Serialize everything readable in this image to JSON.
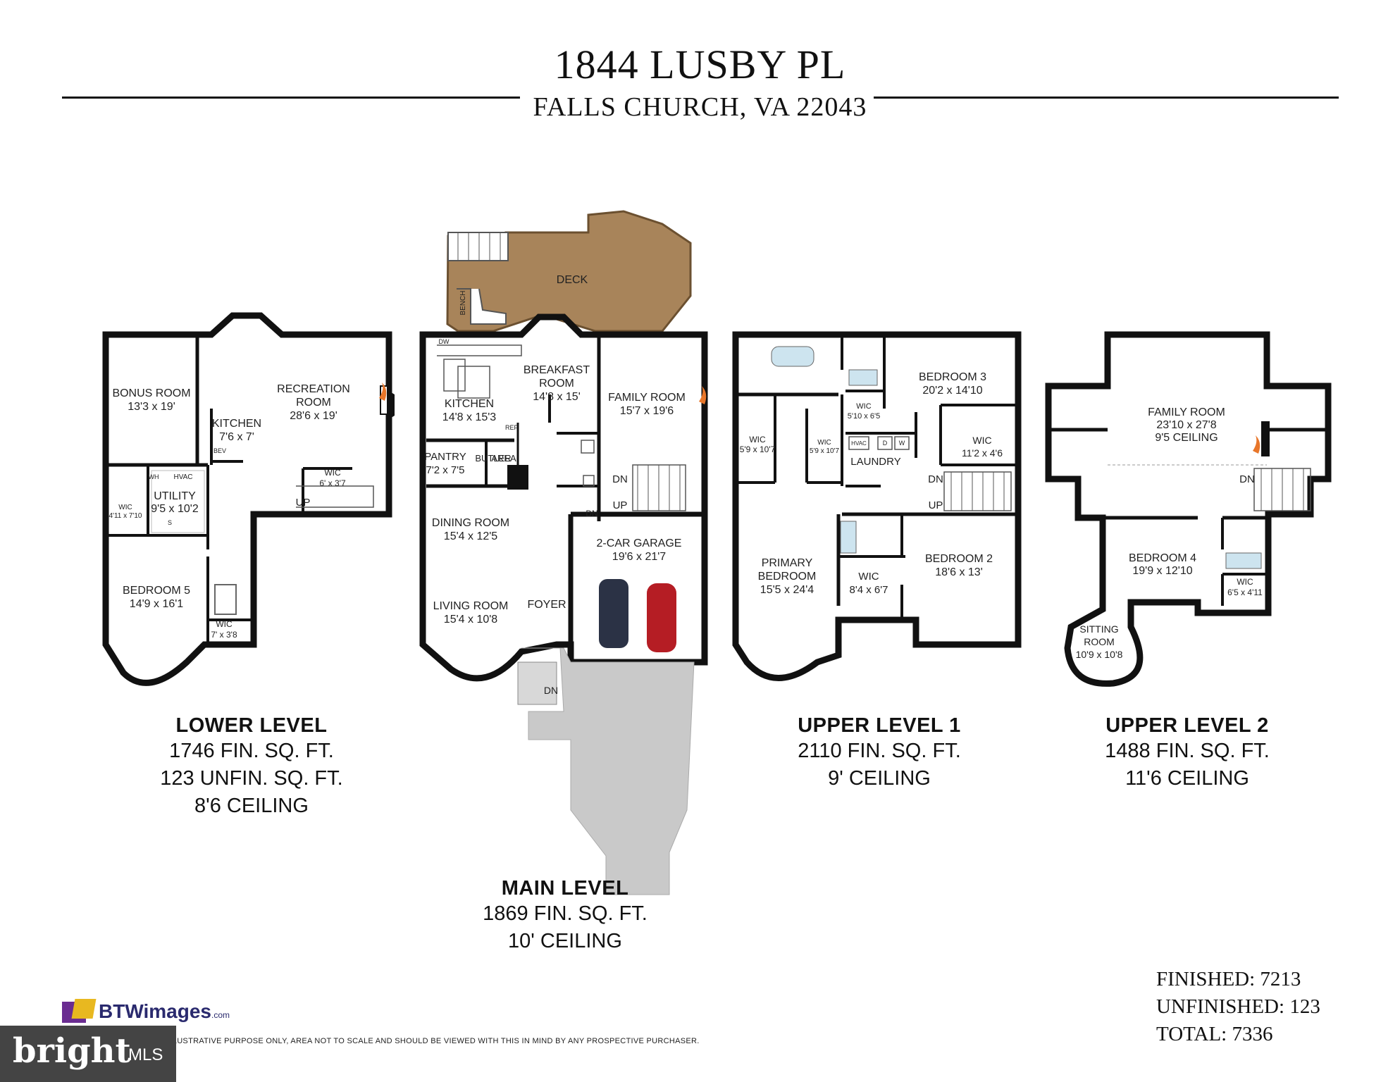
{
  "header": {
    "address": "1844 LUSBY PL",
    "city": "FALLS CHURCH, VA 22043"
  },
  "levels": [
    {
      "name": "LOWER LEVEL",
      "lines": [
        "1746 FIN. SQ. FT.",
        "123 UNFIN. SQ. FT.",
        "8'6 CEILING"
      ]
    },
    {
      "name": "MAIN LEVEL",
      "lines": [
        "1869 FIN. SQ. FT.",
        "10' CEILING"
      ]
    },
    {
      "name": "UPPER LEVEL 1",
      "lines": [
        "2110 FIN. SQ. FT.",
        "9' CEILING"
      ]
    },
    {
      "name": "UPPER LEVEL 2",
      "lines": [
        "1488 FIN. SQ. FT.",
        "11'6 CEILING"
      ]
    }
  ],
  "rooms": {
    "lower": {
      "bonus": [
        "BONUS ROOM",
        "13'3 x 19'"
      ],
      "kitchen": [
        "KITCHEN",
        "7'6 x 7'"
      ],
      "rec": [
        "RECREATION",
        "ROOM",
        "28'6 x 19'"
      ],
      "utility": [
        "UTILITY",
        "9'5 x 10'2"
      ],
      "wic1": [
        "WIC",
        "4'11 x 7'10"
      ],
      "wic2": [
        "WIC",
        "6' x 3'7"
      ],
      "bed5": [
        "BEDROOM 5",
        "14'9 x 16'1"
      ],
      "wic3": [
        "WIC",
        "7' x 3'8"
      ],
      "wh": "WH",
      "hvac": "HVAC",
      "bev": "BEV",
      "s": "S",
      "up": "UP"
    },
    "main": {
      "deck": "DECK",
      "bench": "BENCH",
      "kitchen": [
        "KITCHEN",
        "14'8 x 15'3"
      ],
      "breakfast": [
        "BREAKFAST",
        "ROOM",
        "14'8 x 15'"
      ],
      "family": [
        "FAMILY ROOM",
        "15'7 x 19'6"
      ],
      "pantry": [
        "PANTRY",
        "7'2 x 7'5"
      ],
      "butler": [
        "BUTLER",
        "AREA"
      ],
      "dining": [
        "DINING ROOM",
        "15'4 x 12'5"
      ],
      "garage": [
        "2-CAR GARAGE",
        "19'6 x 21'7"
      ],
      "living": [
        "LIVING ROOM",
        "15'4 x 10'8"
      ],
      "foyer": "FOYER",
      "dw": "DW",
      "ref": "REF",
      "dn": "DN",
      "up": "UP"
    },
    "upper1": {
      "bed3": [
        "BEDROOM 3",
        "20'2 x 14'10"
      ],
      "wic_a": [
        "WIC",
        "5'10 x 6'5"
      ],
      "wic_b": [
        "WIC",
        "5'9 x 10'7"
      ],
      "wic_c": [
        "WIC",
        "5'9 x 10'7"
      ],
      "wic_d": [
        "WIC",
        "11'2 x 4'6"
      ],
      "laundry": "LAUNDRY",
      "hvac": "HVAC",
      "d": "D",
      "w": "W",
      "primary": [
        "PRIMARY",
        "BEDROOM",
        "15'5 x 24'4"
      ],
      "wic_e": [
        "WIC",
        "8'4 x 6'7"
      ],
      "bed2": [
        "BEDROOM 2",
        "18'6 x 13'"
      ],
      "dn": "DN",
      "up": "UP"
    },
    "upper2": {
      "family": [
        "FAMILY ROOM",
        "23'10 x 27'8",
        "9'5 CEILING"
      ],
      "bed4": [
        "BEDROOM 4",
        "19'9 x 12'10"
      ],
      "wic": [
        "WIC",
        "6'5 x 4'11"
      ],
      "sitting": [
        "SITTING",
        "ROOM",
        "10'9 x 10'8"
      ],
      "dn": "DN"
    }
  },
  "totals": [
    {
      "label": "FINISHED:",
      "value": "7213"
    },
    {
      "label": "UNFINISHED:",
      "value": "123"
    },
    {
      "label": "TOTAL:",
      "value": "7336"
    }
  ],
  "disclaimer": "ILLUSTRATIVE PURPOSE ONLY, AREA NOT TO SCALE AND SHOULD BE VIEWED WITH THIS IN MIND BY ANY PROSPECTIVE PURCHASER.",
  "branding": {
    "btw": "BTWimages",
    "btw_domain": ".com",
    "bright": "bright",
    "mls": "MLS"
  },
  "colors": {
    "wall": "#111111",
    "deck": "#a8845a",
    "drive": "#c9c9c9",
    "fire": "#e8762a"
  }
}
